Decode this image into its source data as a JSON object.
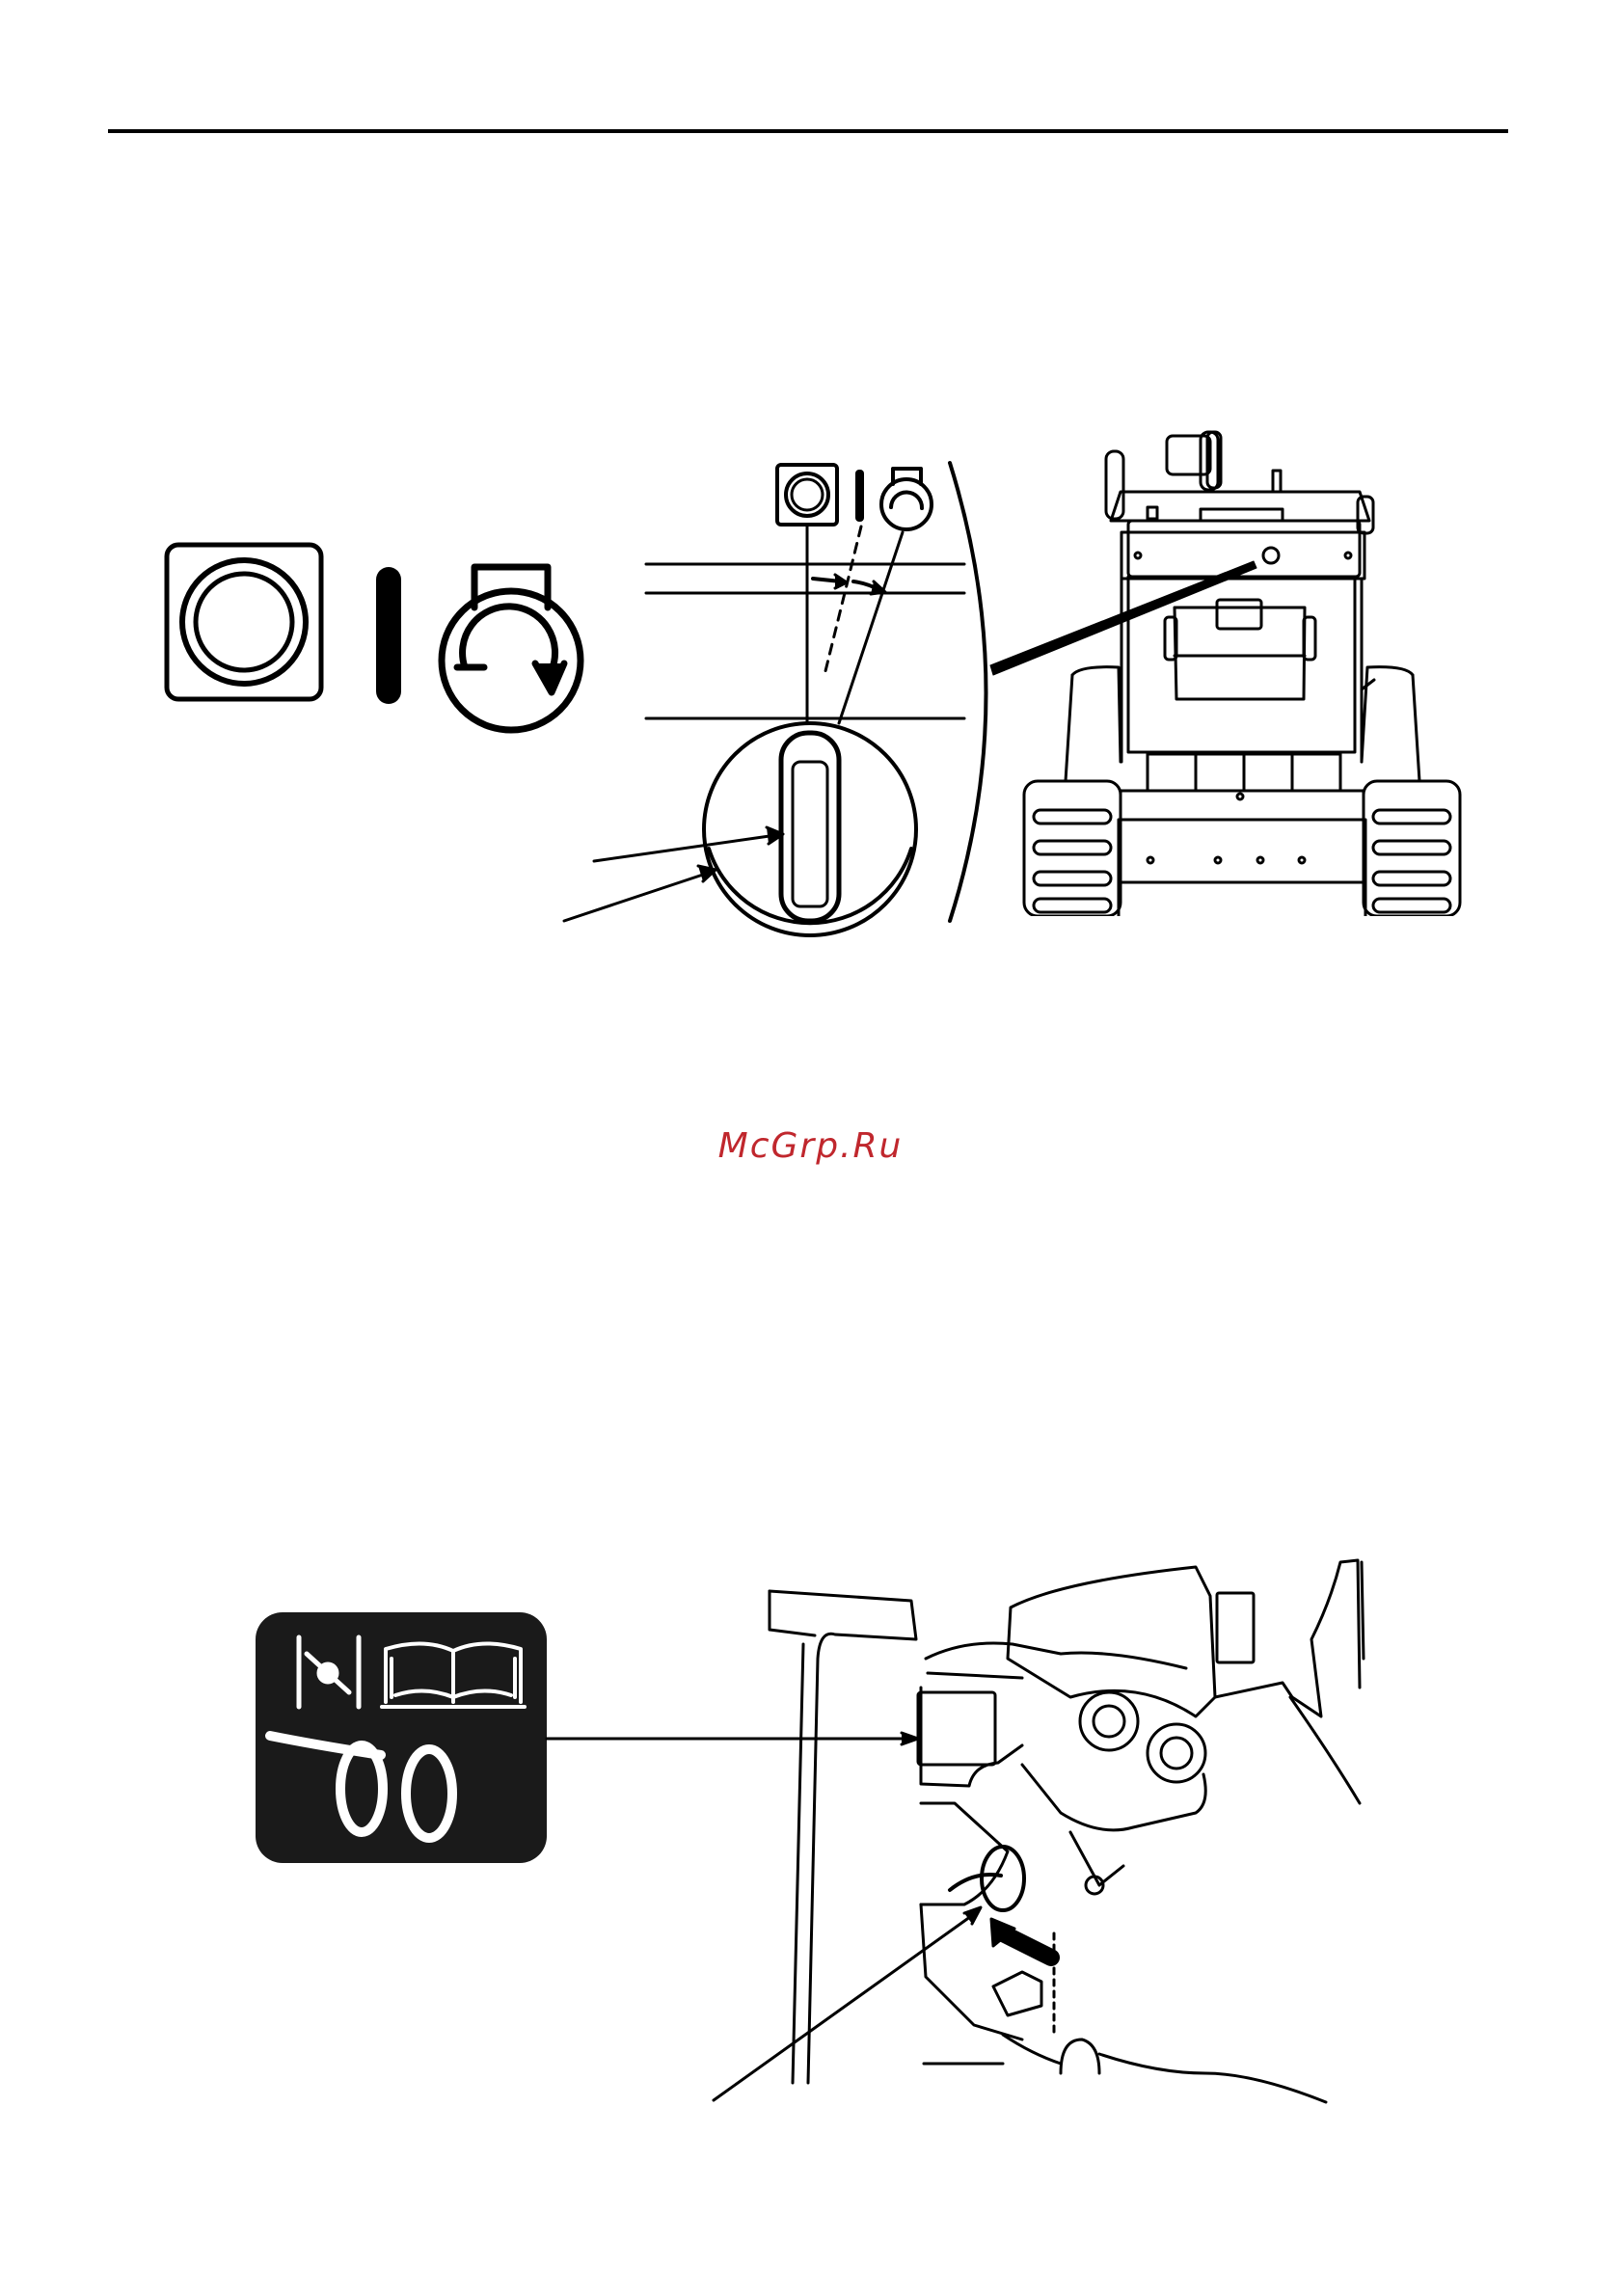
{
  "page": {
    "watermark": {
      "text": "McGrp.Ru",
      "color": "#c0272d"
    }
  },
  "figures": {
    "top": {
      "description_icons": [
        "off-symbol-icon",
        "separator-bar-icon",
        "engine-start-icon"
      ],
      "machine": "tracked-machine-rear-view"
    },
    "bottom": {
      "description_icons": [
        "lever-pin-icon",
        "manual-book-icon",
        "lock-pin-icon"
      ],
      "machine": "hitch-lock-pin-detail"
    }
  },
  "colors": {
    "ink": "#000000",
    "paper": "#ffffff",
    "label_bg": "#1a1a1a"
  }
}
